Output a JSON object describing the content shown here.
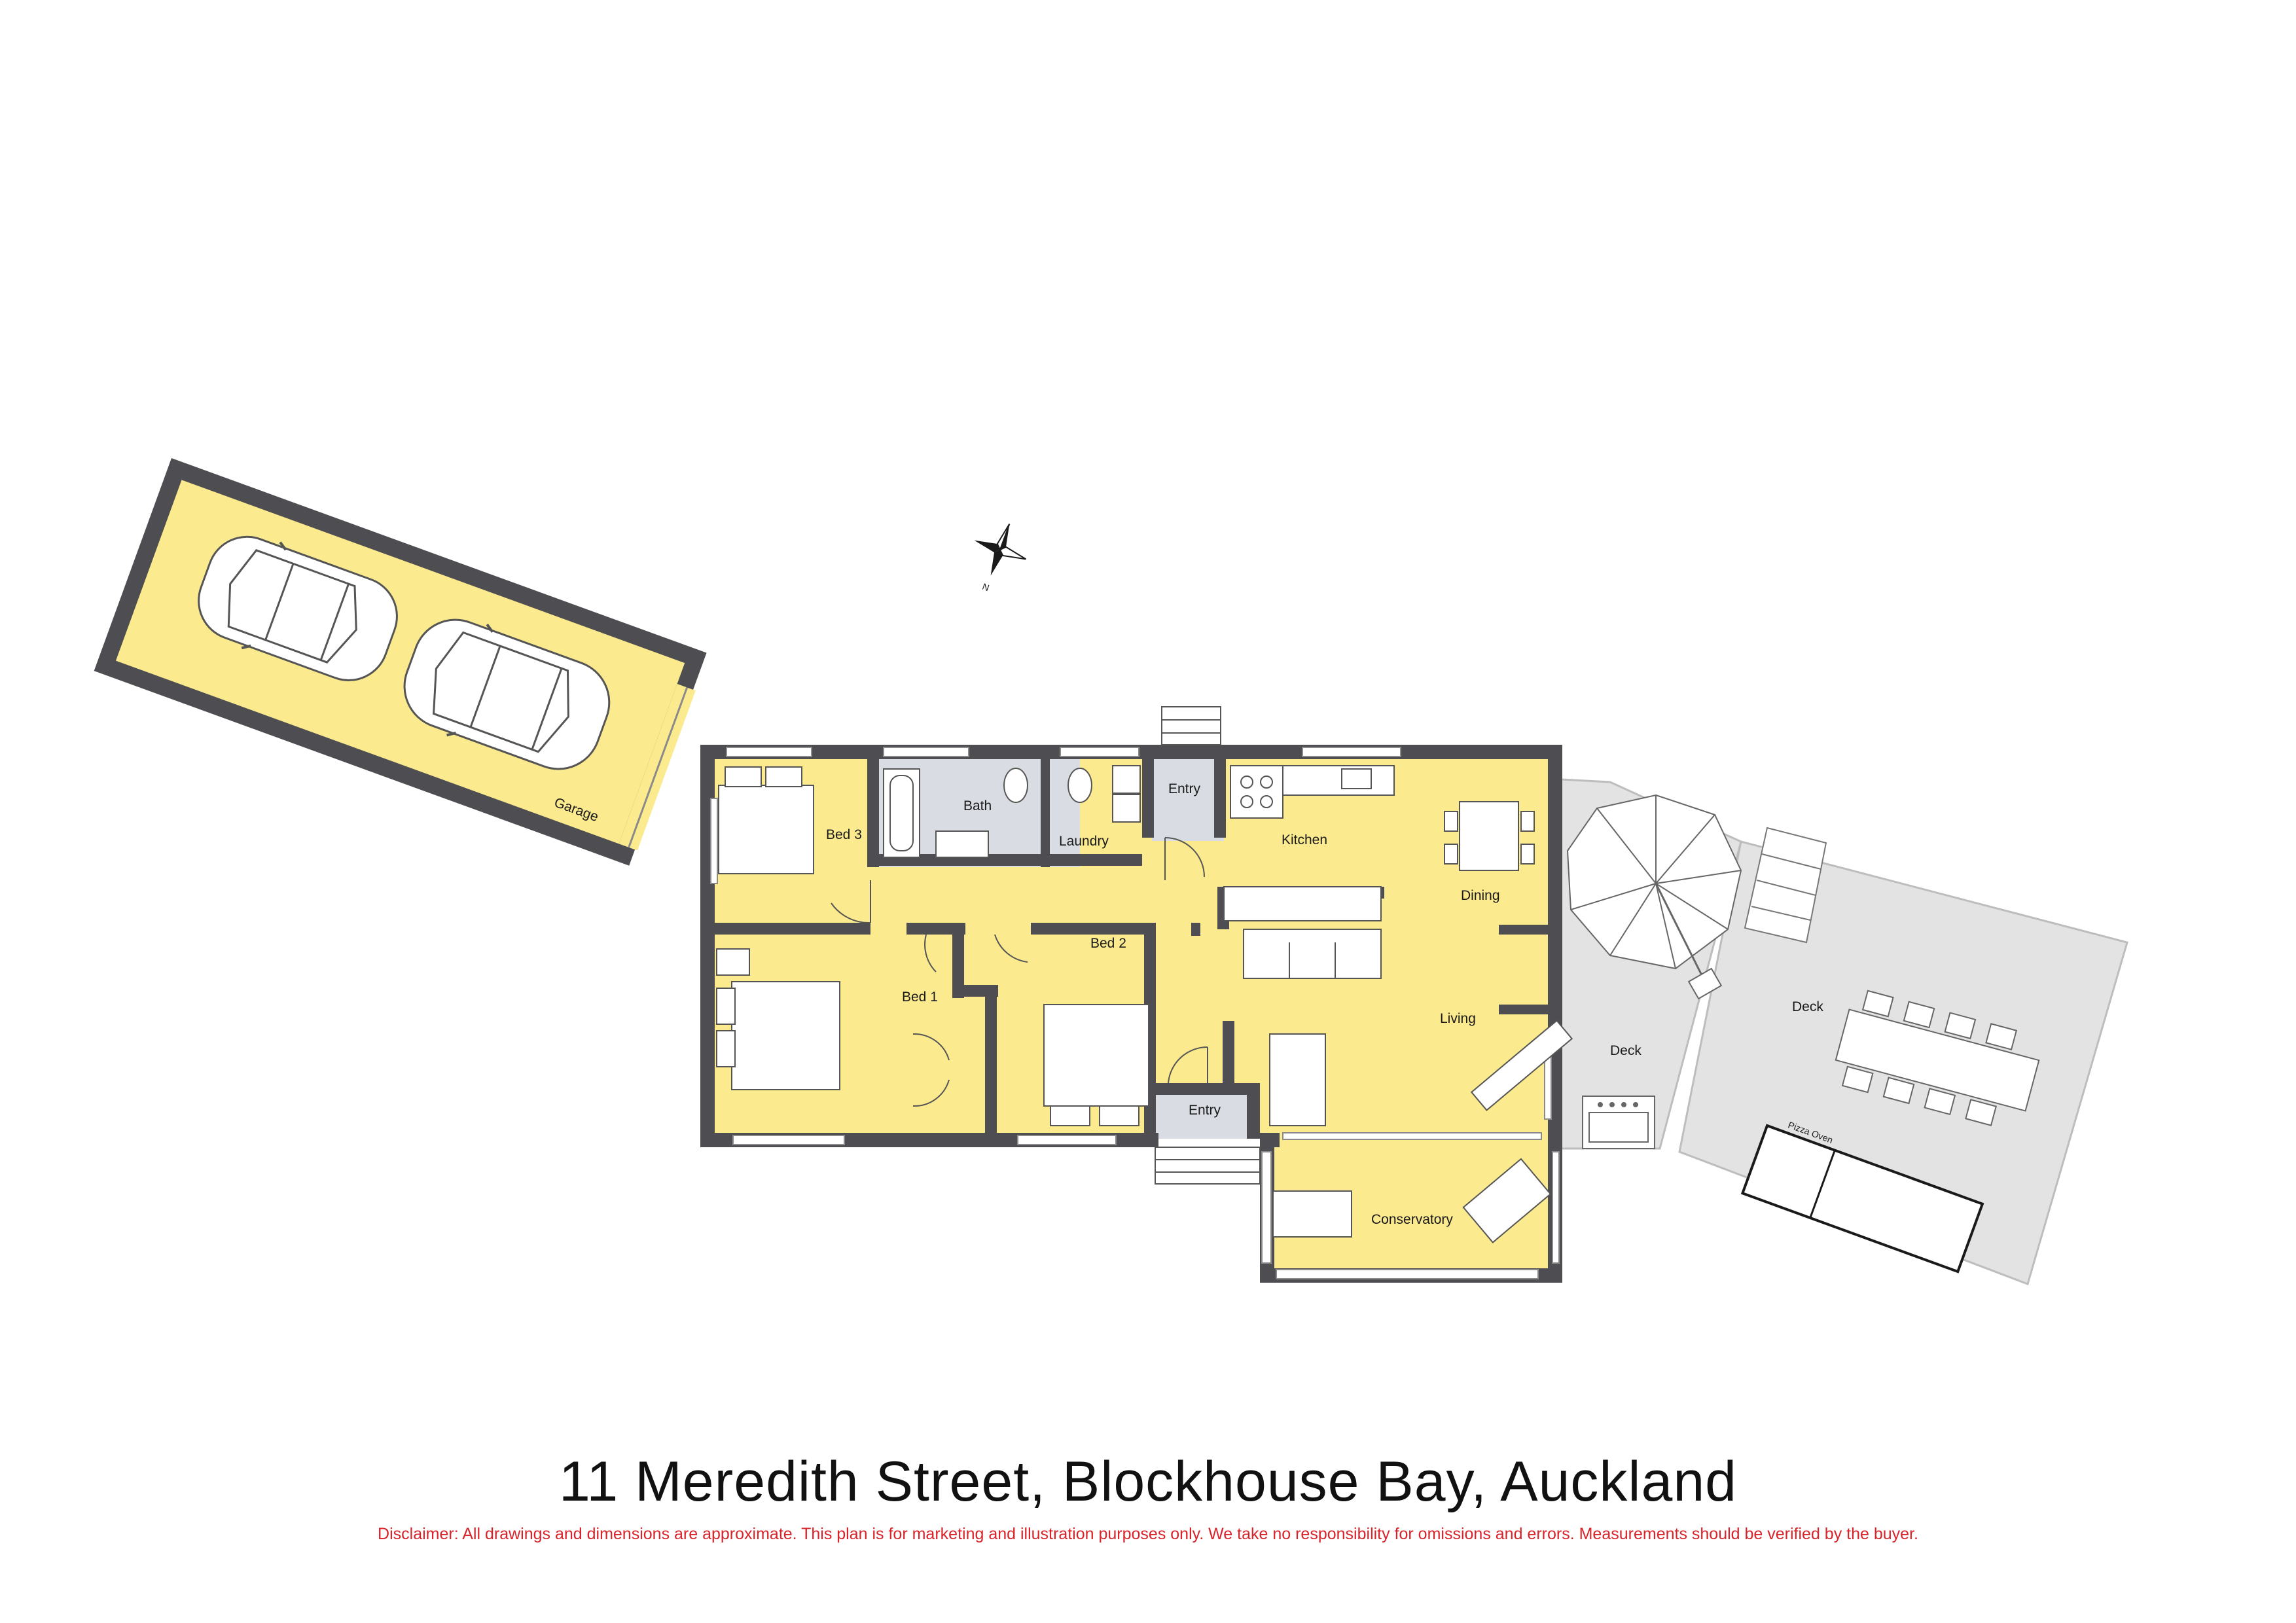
{
  "title": "11 Meredith Street, Blockhouse Bay, Auckland",
  "disclaimer": "Disclaimer: All drawings and dimensions are approximate. This plan is for marketing and illustration purposes only. We take no responsibility for omissions and errors. Measurements should be verified by the buyer.",
  "compass_label": "N",
  "rooms": {
    "garage": "Garage",
    "bed3": "Bed 3",
    "bath": "Bath",
    "laundry": "Laundry",
    "entry_top": "Entry",
    "kitchen": "Kitchen",
    "dining": "Dining",
    "bed1": "Bed 1",
    "bed2": "Bed 2",
    "living": "Living",
    "entry_bottom": "Entry",
    "conservatory": "Conservatory",
    "deck_small": "Deck",
    "deck_large": "Deck",
    "pizza_oven": "Pizza Oven"
  },
  "colors": {
    "wall": "#4d4d52",
    "floor": "#fbea8e",
    "wet_area": "#d9dde3",
    "deck": "#e3e3e3",
    "title_text": "#111111",
    "disclaimer_text": "#d8232a"
  }
}
